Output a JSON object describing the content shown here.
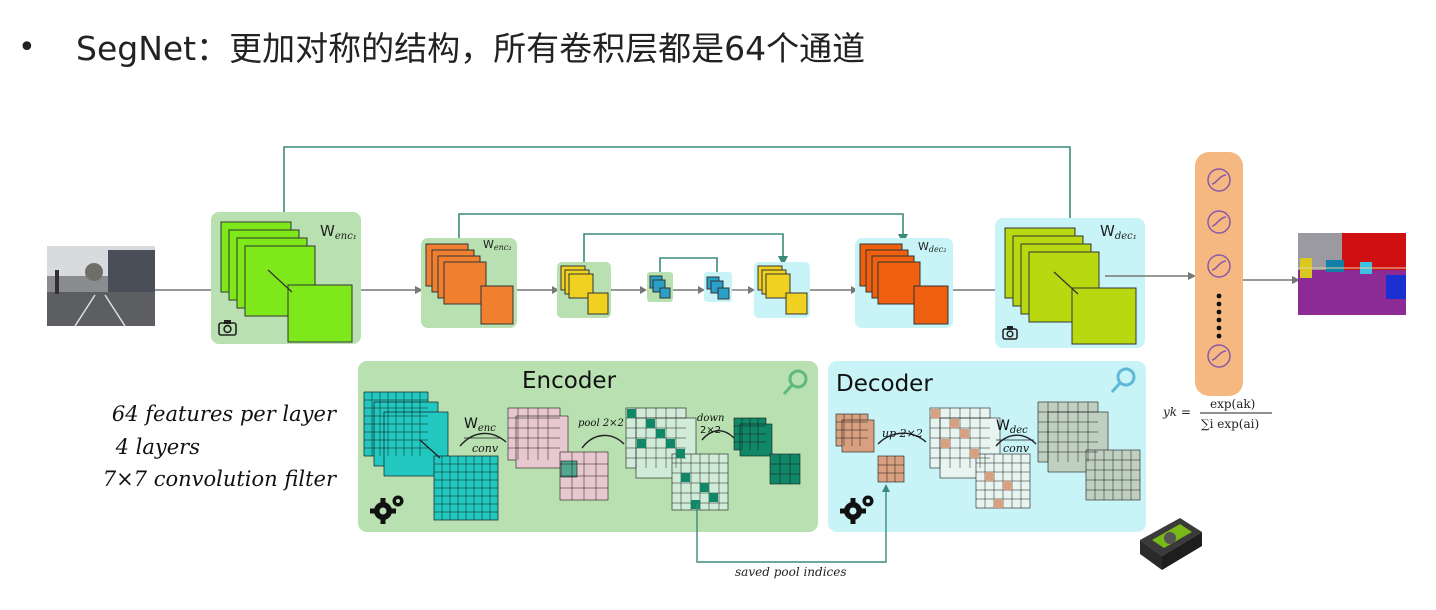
{
  "slide": {
    "bullet": "•",
    "title": "SegNet：更加对称的结构，所有卷积层都是64个通道"
  },
  "left_notes": [
    "64 features per layer",
    "4 layers",
    "7×7 convolution  filter"
  ],
  "encoder": {
    "title": "Encoder",
    "conv_weight": "W",
    "conv_weight_sub": "enc",
    "conv_label": "conv",
    "pool_label": "pool 2×2",
    "down_label": "down",
    "down_size": "2×2"
  },
  "decoder": {
    "title": "Decoder",
    "up_label": "up 2×2",
    "conv_weight": "W",
    "conv_weight_sub": "dec",
    "conv_label": "conv"
  },
  "top_weights": {
    "enc1": {
      "main": "W",
      "sub": "enc₁"
    },
    "enc2": {
      "main": "W",
      "sub": "enc₂"
    },
    "dec2": {
      "main": "W",
      "sub": "dec₂"
    },
    "dec1": {
      "main": "W",
      "sub": "dec₁"
    }
  },
  "softmax": {
    "lhs": "yk =",
    "numerator": "exp(ak)",
    "denominator": "∑i exp(ai)"
  },
  "saved_pool_indices": "saved pool indices",
  "colors": {
    "green_bg": "#b8e0b0",
    "cyan_bg": "#c8f4f8",
    "enc1": "#7ee81a",
    "enc2": "#f08030",
    "enc3": "#f0d020",
    "mid": "#2aa0c8",
    "dec2": "#ee6010",
    "dec1": "#b8d810",
    "softmax": "#f5b880",
    "teal": "#20c8c0",
    "pink": "#e8c8d0",
    "darkteal": "#108868",
    "tan": "#d8a080"
  }
}
